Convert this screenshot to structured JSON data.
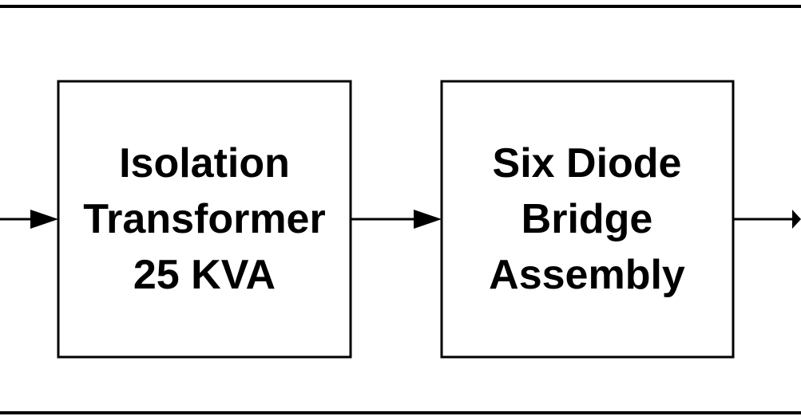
{
  "diagram": {
    "blocks": [
      {
        "id": "isolation-transformer",
        "lines": [
          "Isolation",
          "Transformer",
          "25 KVA"
        ]
      },
      {
        "id": "six-diode-bridge",
        "lines": [
          "Six Diode",
          "Bridge",
          "Assembly"
        ]
      }
    ],
    "connections": [
      {
        "from": "left-edge",
        "to": "isolation-transformer"
      },
      {
        "from": "isolation-transformer",
        "to": "six-diode-bridge"
      },
      {
        "from": "six-diode-bridge",
        "to": "right-edge"
      }
    ],
    "colors": {
      "stroke": "#000000",
      "background": "#ffffff",
      "text": "#000000"
    }
  }
}
